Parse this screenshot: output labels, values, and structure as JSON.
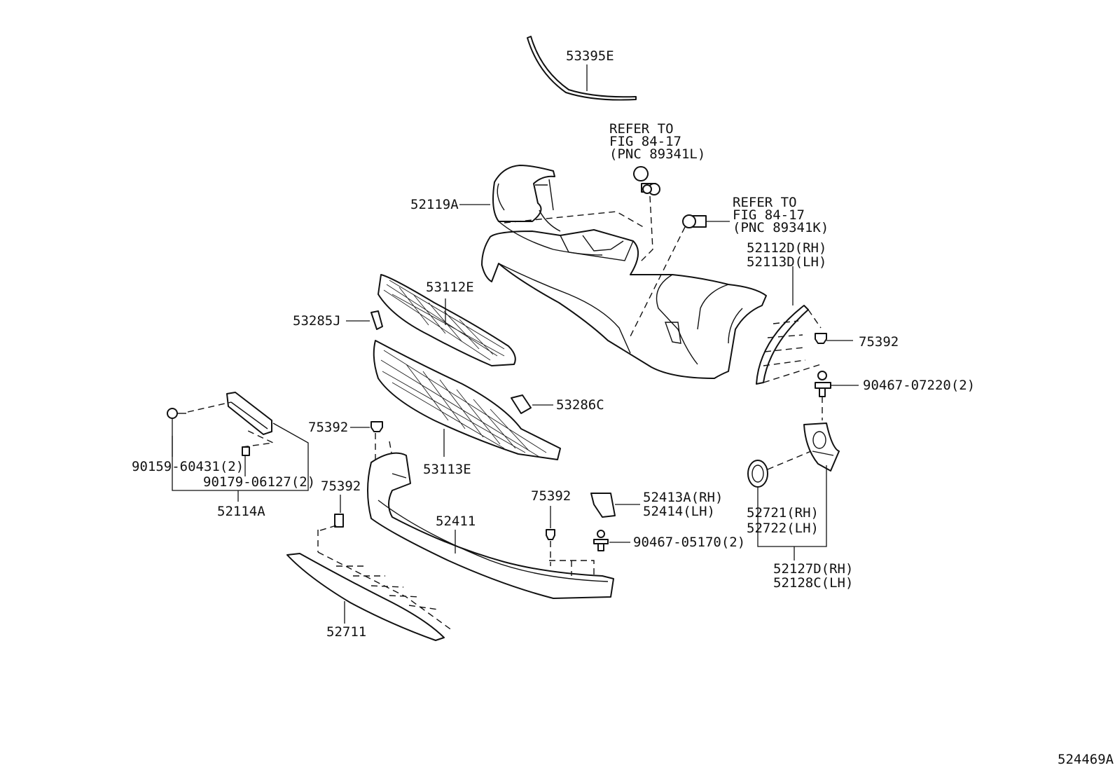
{
  "diagram": {
    "doc_number": "524469A",
    "labels": {
      "p53395E": "53395E",
      "refer1_l1": "REFER TO",
      "refer1_l2": "FIG 84-17",
      "refer1_l3": "(PNC 89341L)",
      "refer2_l1": "REFER TO",
      "refer2_l2": "FIG 84-17",
      "refer2_l3": "(PNC 89341K)",
      "p52119A": "52119A",
      "p52112D": "52112D(RH)",
      "p52113D": "52113D(LH)",
      "p53112E": "53112E",
      "p53285J": "53285J",
      "p75392_r": "75392",
      "p90467_07220": "90467-07220(2)",
      "p53286C": "53286C",
      "p75392_c": "75392",
      "p90159": "90159-60431(2)",
      "p90179": "90179-06127(2)",
      "p53113E": "53113E",
      "p52114A": "52114A",
      "p75392_l": "75392",
      "p75392_m": "75392",
      "p52413A": "52413A(RH)",
      "p52414": "52414(LH)",
      "p52721": "52721(RH)",
      "p52722": "52722(LH)",
      "p52411": "52411",
      "p90467_05170": "90467-05170(2)",
      "p52127D": "52127D(RH)",
      "p52128C": "52128C(LH)",
      "p52711": "52711"
    }
  }
}
